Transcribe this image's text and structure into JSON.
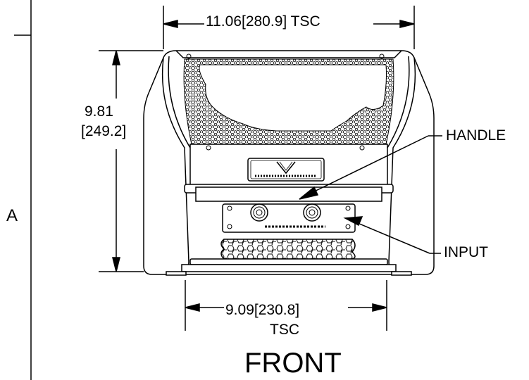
{
  "dimensions": {
    "overall_width": "11.06[280.9] TSC",
    "height_imperial": "9.81",
    "height_metric": "[249.2]",
    "base_width_line1": "9.09[230.8]",
    "base_width_line2": "TSC"
  },
  "callouts": {
    "handle": "HANDLE",
    "input": "INPUT"
  },
  "frame": {
    "zone_letter": "A"
  },
  "view_label": "FRONT",
  "icons": [
    "brand-logo-icon",
    "connector-icon",
    "speaker-grille-icon"
  ]
}
